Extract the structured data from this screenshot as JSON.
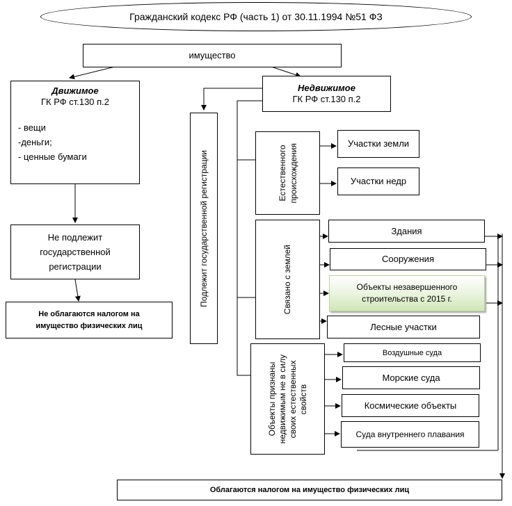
{
  "header": {
    "title": "Гражданский кодекс РФ (часть 1) от 30.11.1994 №51 ФЗ"
  },
  "root": {
    "label": "имущество"
  },
  "movable": {
    "title": "Движимое",
    "ref": "ГК РФ ст.130 п.2",
    "items": [
      "- вещи",
      " -деньги;",
      "- ценные бумаги"
    ]
  },
  "movable_reg": {
    "line1": "Не подлежит",
    "line2": "государственной",
    "line3": "регистрации"
  },
  "movable_tax": {
    "line1": "Не облагаются налогом на",
    "line2": "имущество физических лиц"
  },
  "immovable": {
    "title": "Недвижимое",
    "ref": "ГК РФ ст.130 п.2"
  },
  "immovable_reg": {
    "label": "Подлежит государственной регистрации"
  },
  "natural": {
    "label_line1": "Естественного",
    "label_line2": "происхождения",
    "items": [
      "Участки земли",
      "Участки недр"
    ]
  },
  "land_linked": {
    "label": "Связано с землей",
    "items": [
      "Здания",
      "Сооружения",
      "Объекты незавершенного",
      "строительства с 2015 г.",
      "Лесные участки"
    ]
  },
  "by_law": {
    "label_line1": "Объекты признаны",
    "label_line2": "недвижимым не в силу",
    "label_line3": "своих естественных",
    "label_line4": "свойств",
    "items": [
      "Воздушные суда",
      "Морские суда",
      "Космические объекты",
      "Суда внутреннего плавания"
    ]
  },
  "immovable_tax": {
    "label": "Облагаются налогом на имущество  физических лиц"
  }
}
